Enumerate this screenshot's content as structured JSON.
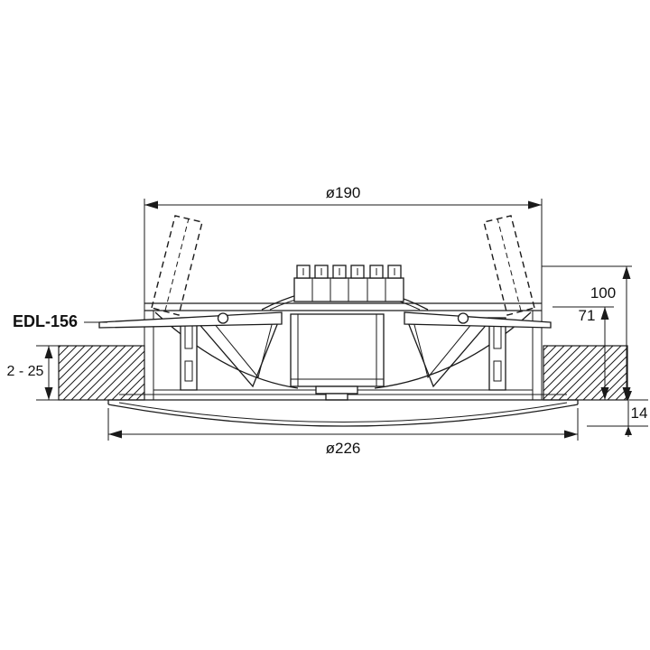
{
  "drawing": {
    "model_label": "EDL-156",
    "dimensions": {
      "front_diameter": "ø190",
      "overall_diameter": "ø226",
      "total_depth": "100",
      "body_depth": "71",
      "bezel_height": "14",
      "ceiling_thickness_range": "2 - 25"
    }
  }
}
